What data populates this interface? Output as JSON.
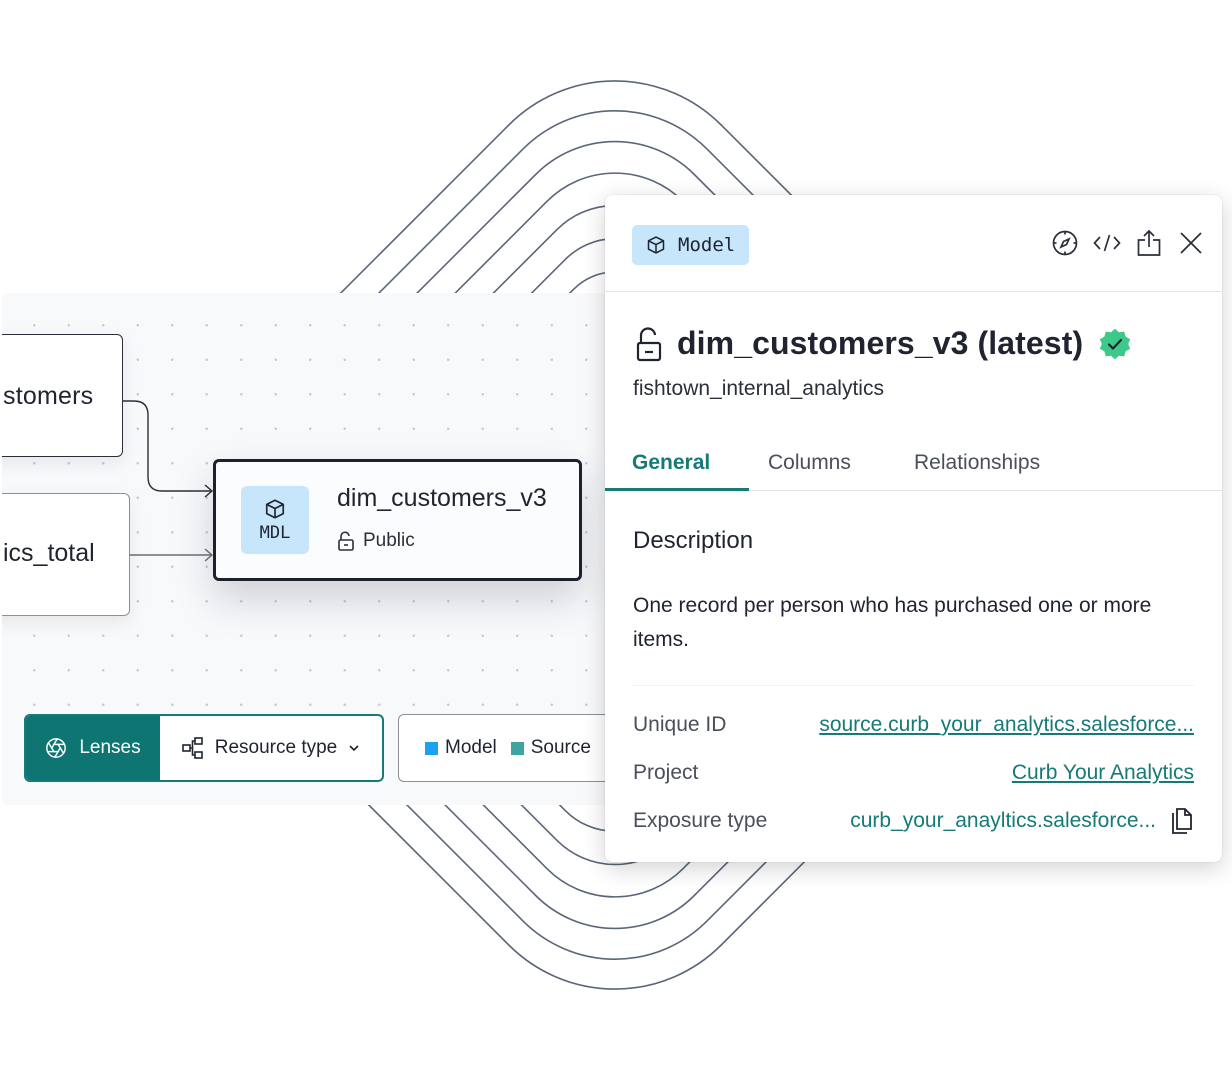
{
  "colors": {
    "accent_teal": "#0f7573",
    "badge_blue": "#c7e6fb",
    "legend_model": "#1ea0f0",
    "legend_source": "#3fa3a0",
    "verified_green": "#3cc98a",
    "contour_line": "#5c6679"
  },
  "lineage": {
    "nodes": [
      {
        "id": "customers",
        "label": "stomers"
      },
      {
        "id": "metrics_total",
        "label": "ics_total"
      }
    ],
    "selected_node": {
      "badge_icon": "cube-icon",
      "badge_label": "MDL",
      "title": "dim_customers_v3",
      "access_icon": "unlock-icon",
      "access_label": "Public"
    },
    "toolbar": {
      "lenses_label": "Lenses",
      "lenses_icon": "aperture-icon",
      "resource_type_label": "Resource type",
      "resource_type_icon": "hierarchy-icon",
      "dropdown_icon": "chevron-down-icon"
    },
    "legend": [
      {
        "label": "Model",
        "color": "#1ea0f0"
      },
      {
        "label": "Source",
        "color": "#3fa3a0"
      }
    ]
  },
  "panel": {
    "type_badge": {
      "icon": "cube-icon",
      "label": "Model"
    },
    "actions": [
      {
        "name": "explore",
        "icon": "compass-icon"
      },
      {
        "name": "code",
        "icon": "code-icon"
      },
      {
        "name": "share",
        "icon": "share-icon"
      },
      {
        "name": "close",
        "icon": "close-icon"
      }
    ],
    "title": "dim_customers_v3 (latest)",
    "title_icon": "unlock-icon",
    "verified_icon": "verified-badge-icon",
    "subtitle": "fishtown_internal_analytics",
    "tabs": [
      {
        "label": "General",
        "active": true
      },
      {
        "label": "Columns",
        "active": false
      },
      {
        "label": "Relationships",
        "active": false
      }
    ],
    "description": {
      "heading": "Description",
      "text": "One record per person who has purchased one or more items."
    },
    "metadata": [
      {
        "label": "Unique ID",
        "value": "source.curb_your_analytics.salesforce..."
      },
      {
        "label": "Project",
        "value": "Curb Your Analytics"
      },
      {
        "label": "Exposure type",
        "value": "curb_your_anayltics.salesforce...",
        "action_icon": "copy-icon"
      }
    ]
  }
}
